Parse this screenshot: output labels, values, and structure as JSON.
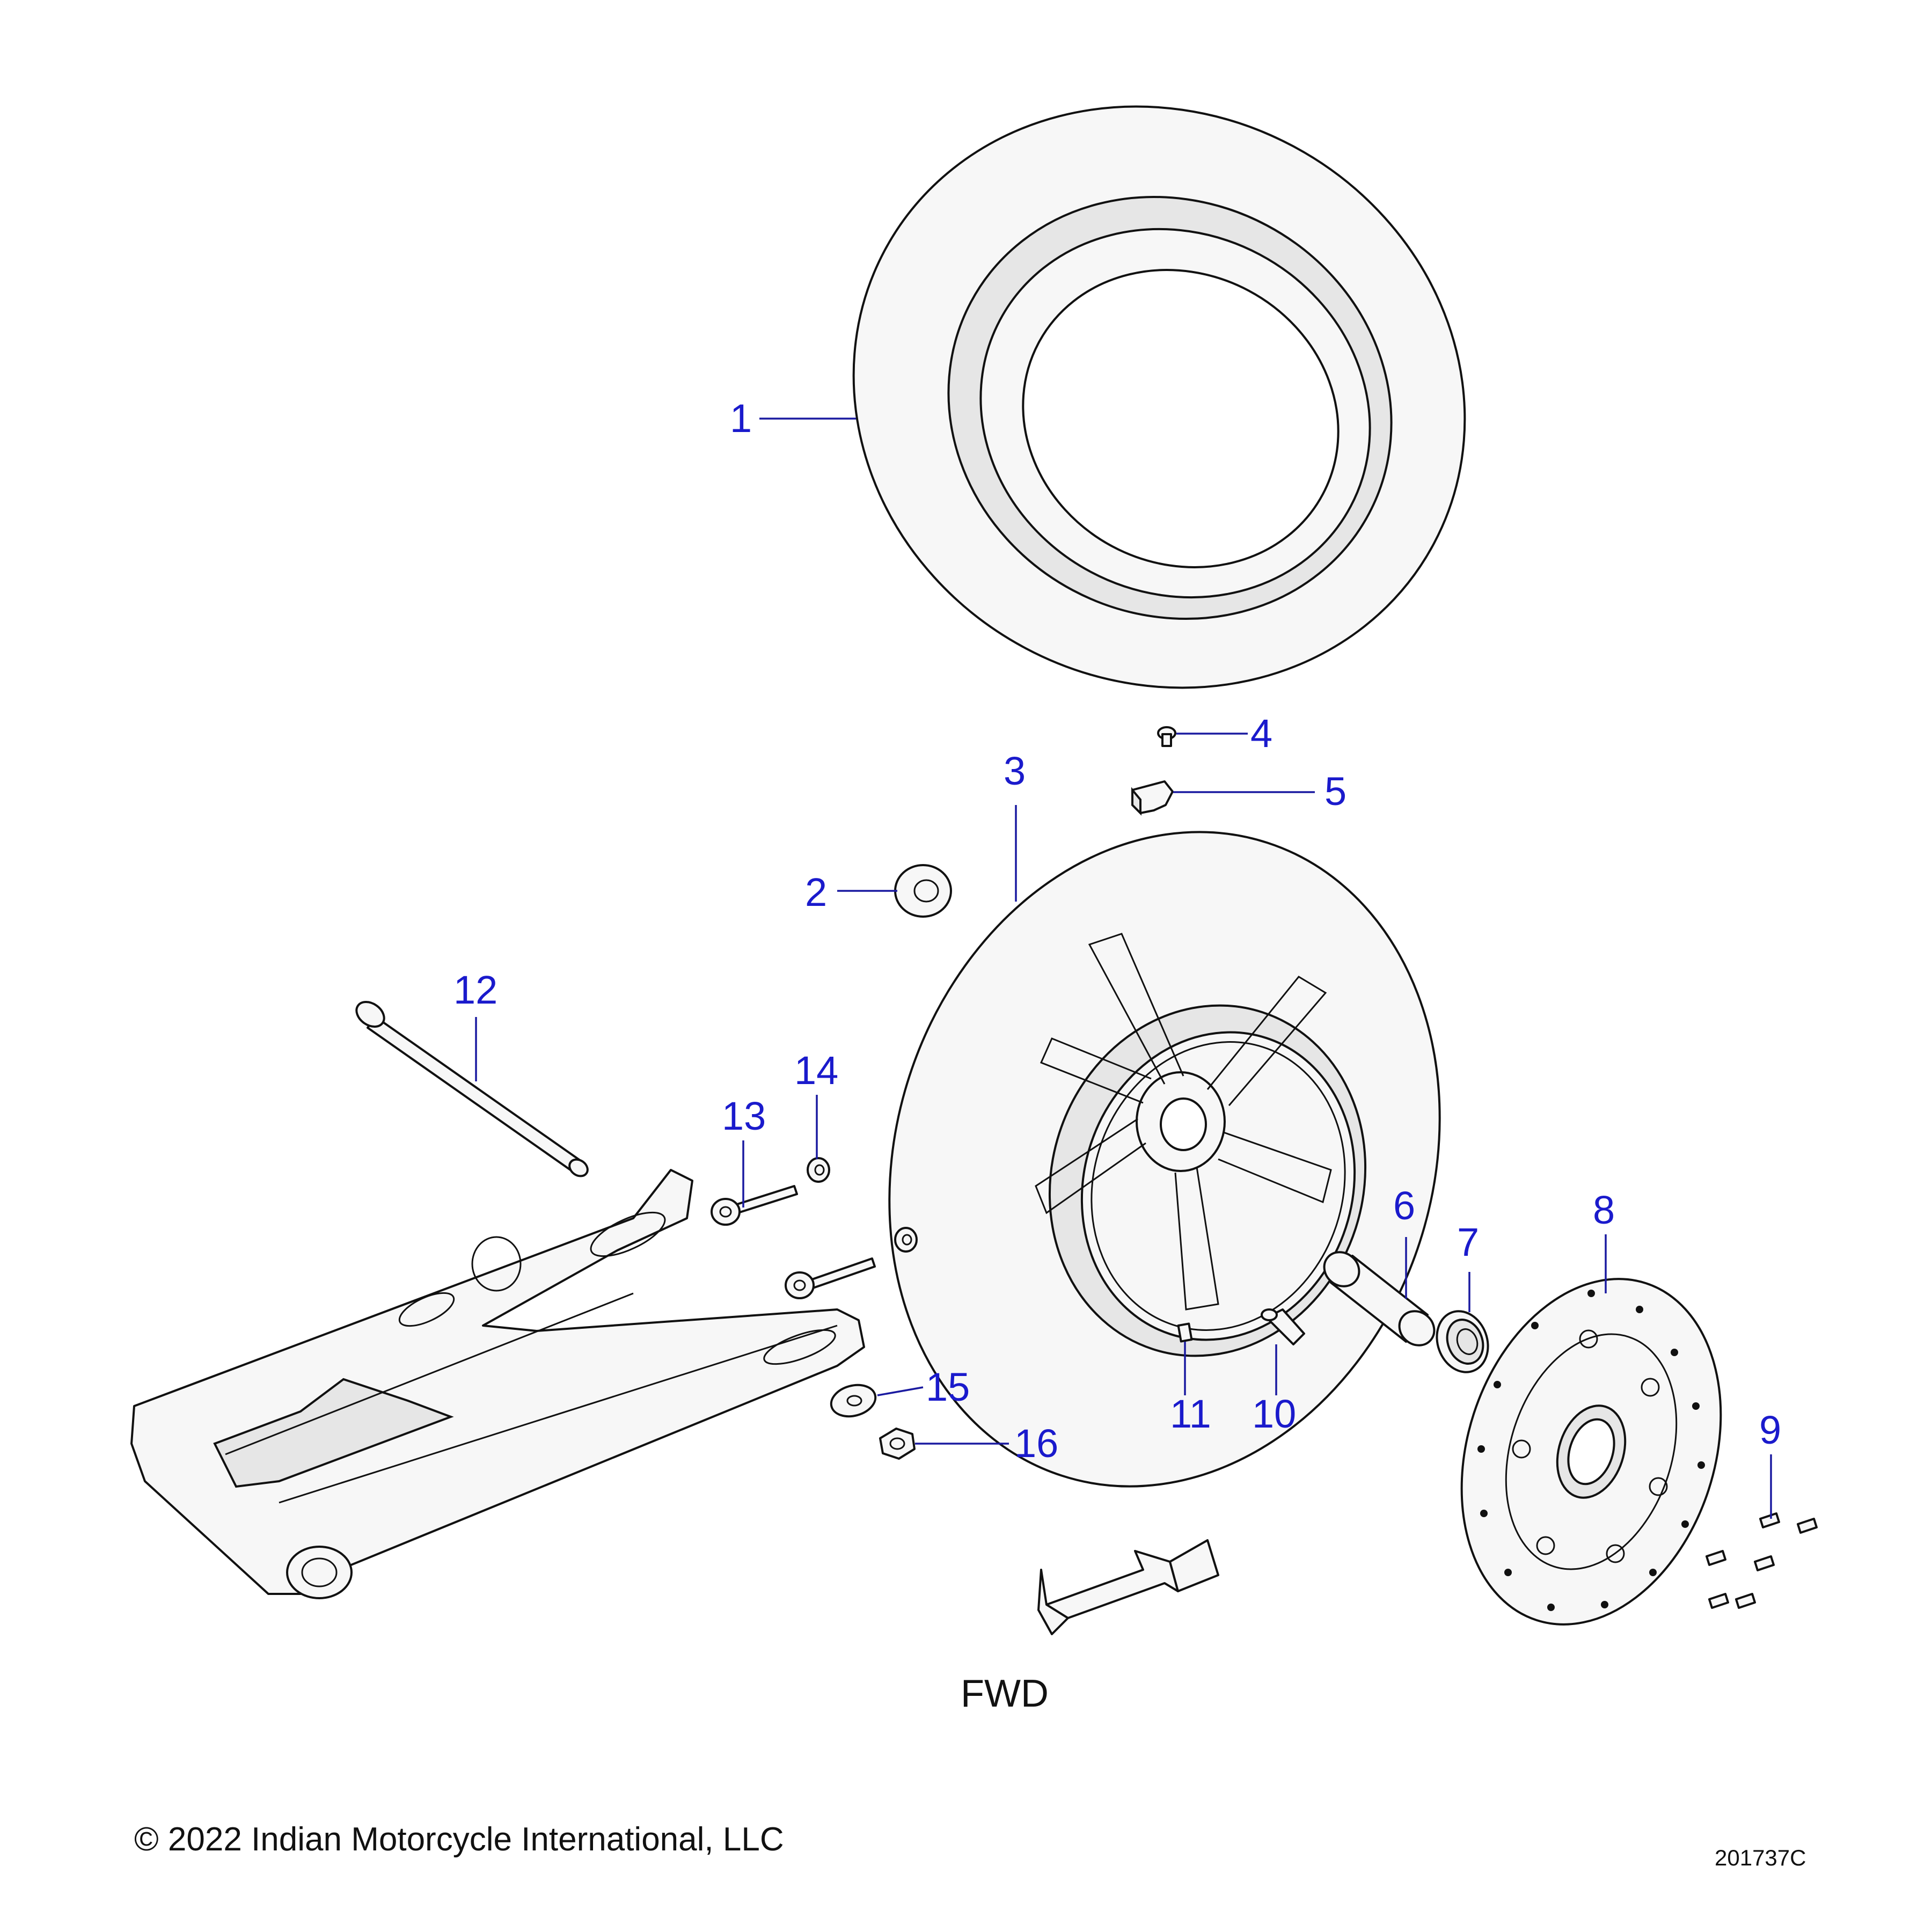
{
  "callouts": [
    {
      "id": "1",
      "label": "1"
    },
    {
      "id": "2",
      "label": "2"
    },
    {
      "id": "3",
      "label": "3"
    },
    {
      "id": "4",
      "label": "4"
    },
    {
      "id": "5",
      "label": "5"
    },
    {
      "id": "6",
      "label": "6"
    },
    {
      "id": "7",
      "label": "7"
    },
    {
      "id": "8",
      "label": "8"
    },
    {
      "id": "9",
      "label": "9"
    },
    {
      "id": "10",
      "label": "10"
    },
    {
      "id": "11",
      "label": "11"
    },
    {
      "id": "12",
      "label": "12"
    },
    {
      "id": "13",
      "label": "13"
    },
    {
      "id": "14",
      "label": "14"
    },
    {
      "id": "15",
      "label": "15"
    },
    {
      "id": "16",
      "label": "16"
    }
  ],
  "direction_label": "FWD",
  "copyright": "© 2022 Indian Motorcycle International, LLC",
  "drawing_id": "201737C",
  "colors": {
    "callout": "#1a1acc",
    "line": "#111111",
    "part_fill": "#f7f7f7"
  }
}
